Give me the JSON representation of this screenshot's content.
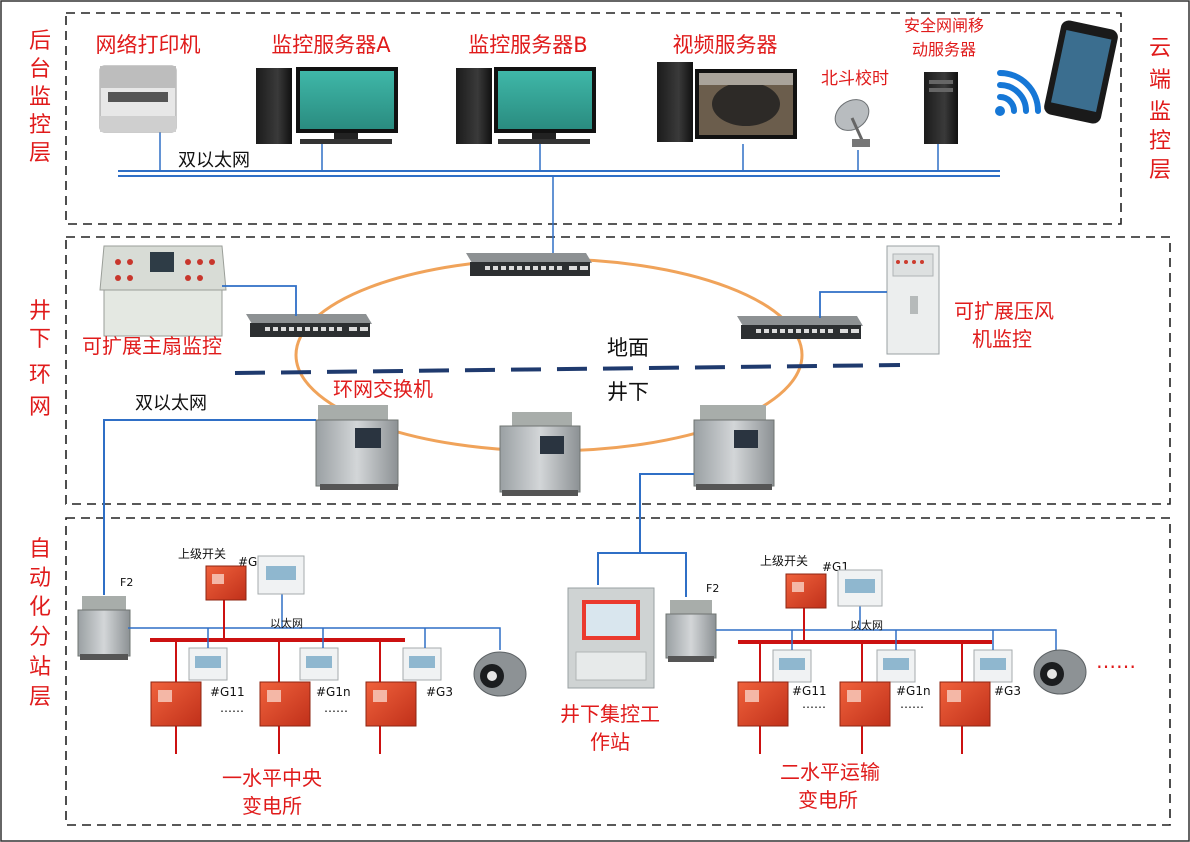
{
  "layers": {
    "backend": "后台监控层",
    "underground_ring": "井下环网",
    "automation_substation": "自动化分站层",
    "cloud": "云端监控层"
  },
  "devices": {
    "printer": "网络打印机",
    "monitor_server_a": "监控服务器A",
    "monitor_server_b": "监控服务器B",
    "video_server": "视频服务器",
    "beidou_time": "北斗校时",
    "gateway_server_line1": "安全网闸移",
    "gateway_server_line2": "动服务器"
  },
  "network": {
    "dual_ethernet_top": "双以太网",
    "dual_ethernet_left": "双以太网",
    "main_fan_monitor": "可扩展主扇监控",
    "compressor_line1": "可扩展压风",
    "compressor_line2": "机监控",
    "ground": "地面",
    "underground": "井下",
    "ring_switch": "环网交换机"
  },
  "substations": {
    "left": {
      "f2": "F2",
      "upper_switch": "上级开关",
      "g1": "#G1",
      "ethernet": "以太网",
      "g11": "#G11",
      "g1n": "#G1n",
      "g3": "#G3",
      "dots_a": "……",
      "dots_b": "……",
      "name_line1": "一水平中央",
      "name_line2": "变电所"
    },
    "center": {
      "name_line1": "井下集控工",
      "name_line2": "作站",
      "f2": "F2"
    },
    "right": {
      "upper_switch": "上级开关",
      "g1": "#G1",
      "ethernet": "以太网",
      "g11": "#G11",
      "g1n": "#G1n",
      "g3": "#G3",
      "dots_a": "……",
      "dots_b": "……",
      "more": "……",
      "name_line1": "二水平运输",
      "name_line2": "变电所"
    }
  },
  "colors": {
    "label_red": "#e01b1b",
    "bus_red": "#cc1111",
    "ethernet_blue": "#2f6fc6",
    "ring_orange": "#f0a35a",
    "ground_line": "#1f3a6e",
    "dash_border": "#222222"
  }
}
